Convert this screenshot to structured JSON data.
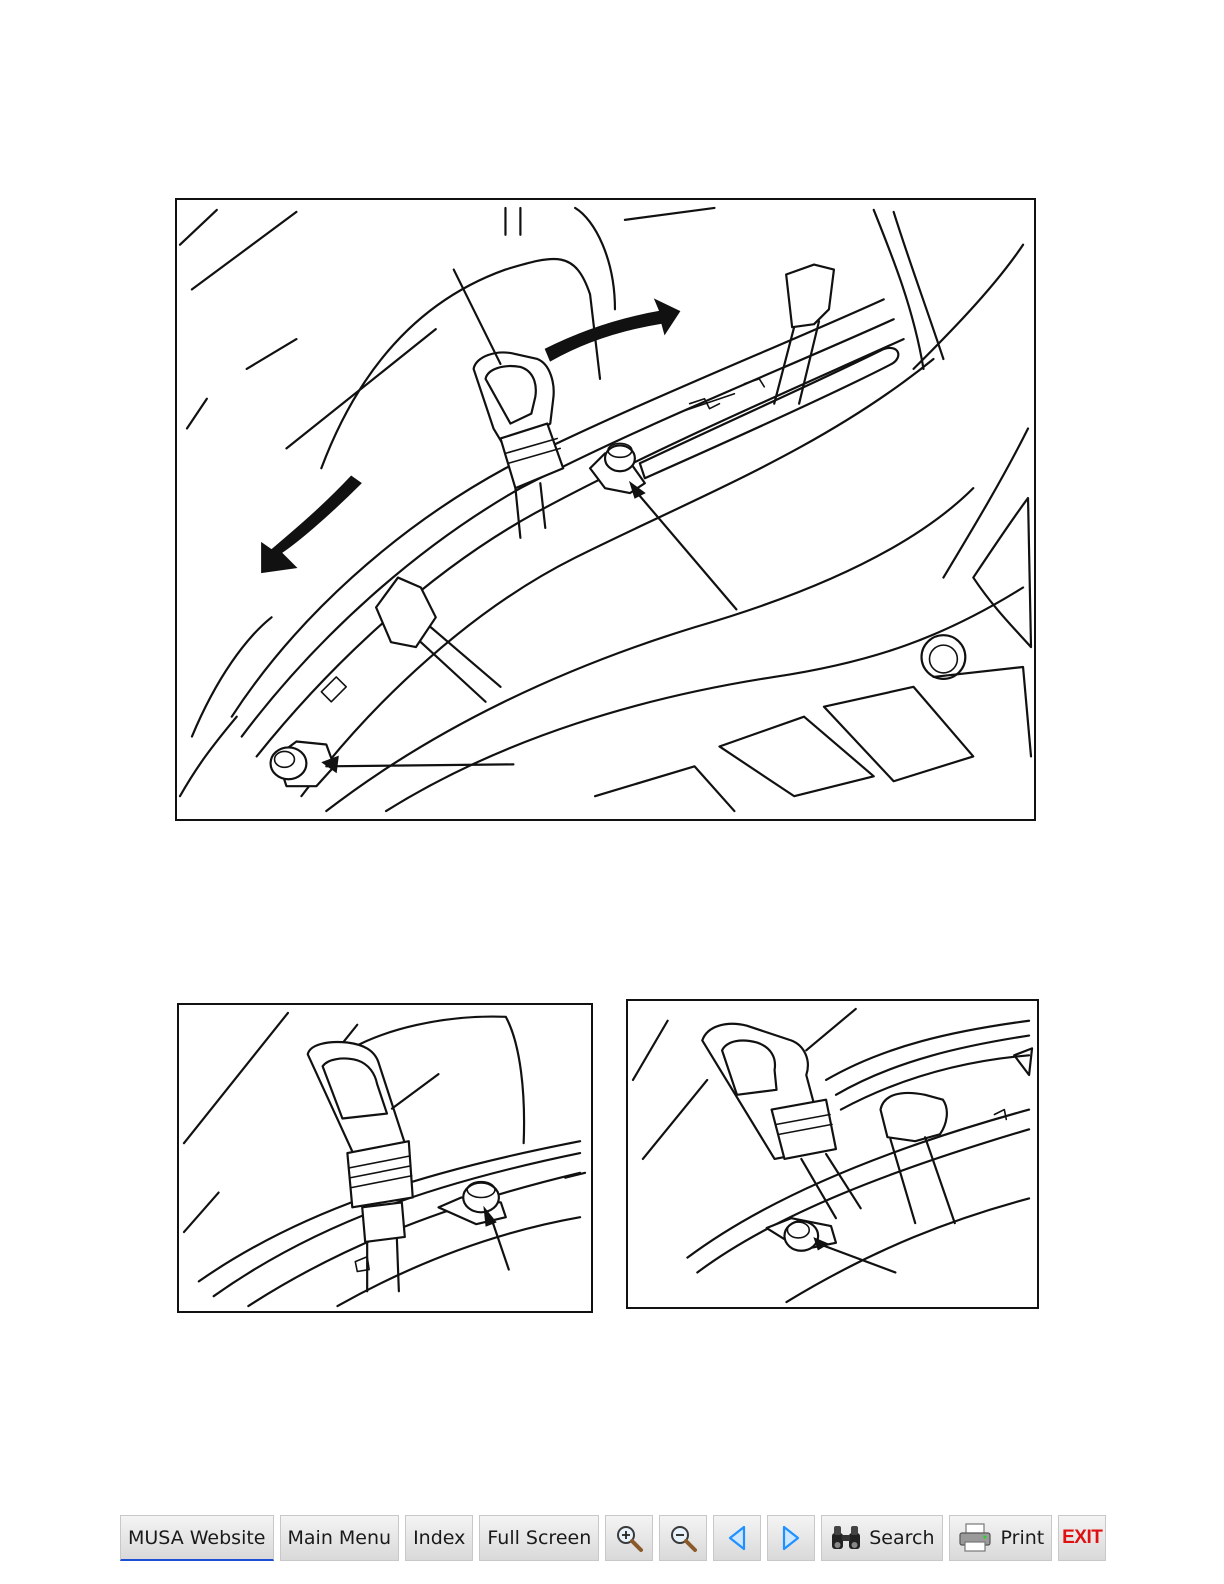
{
  "toolbar": {
    "musa_website": "MUSA Website",
    "main_menu": "Main Menu",
    "index": "Index",
    "full_screen": "Full Screen",
    "zoom_in_icon": "magnifier-plus-icon",
    "zoom_out_icon": "magnifier-minus-icon",
    "prev_icon": "triangle-left-icon",
    "next_icon": "triangle-right-icon",
    "search": "Search",
    "search_icon": "binoculars-icon",
    "print": "Print",
    "print_icon": "printer-icon",
    "exit": "EXIT"
  },
  "colors": {
    "exit_text": "#e01010",
    "nav_arrow": "#1e90ff",
    "link_underline": "#1c4fd6"
  }
}
